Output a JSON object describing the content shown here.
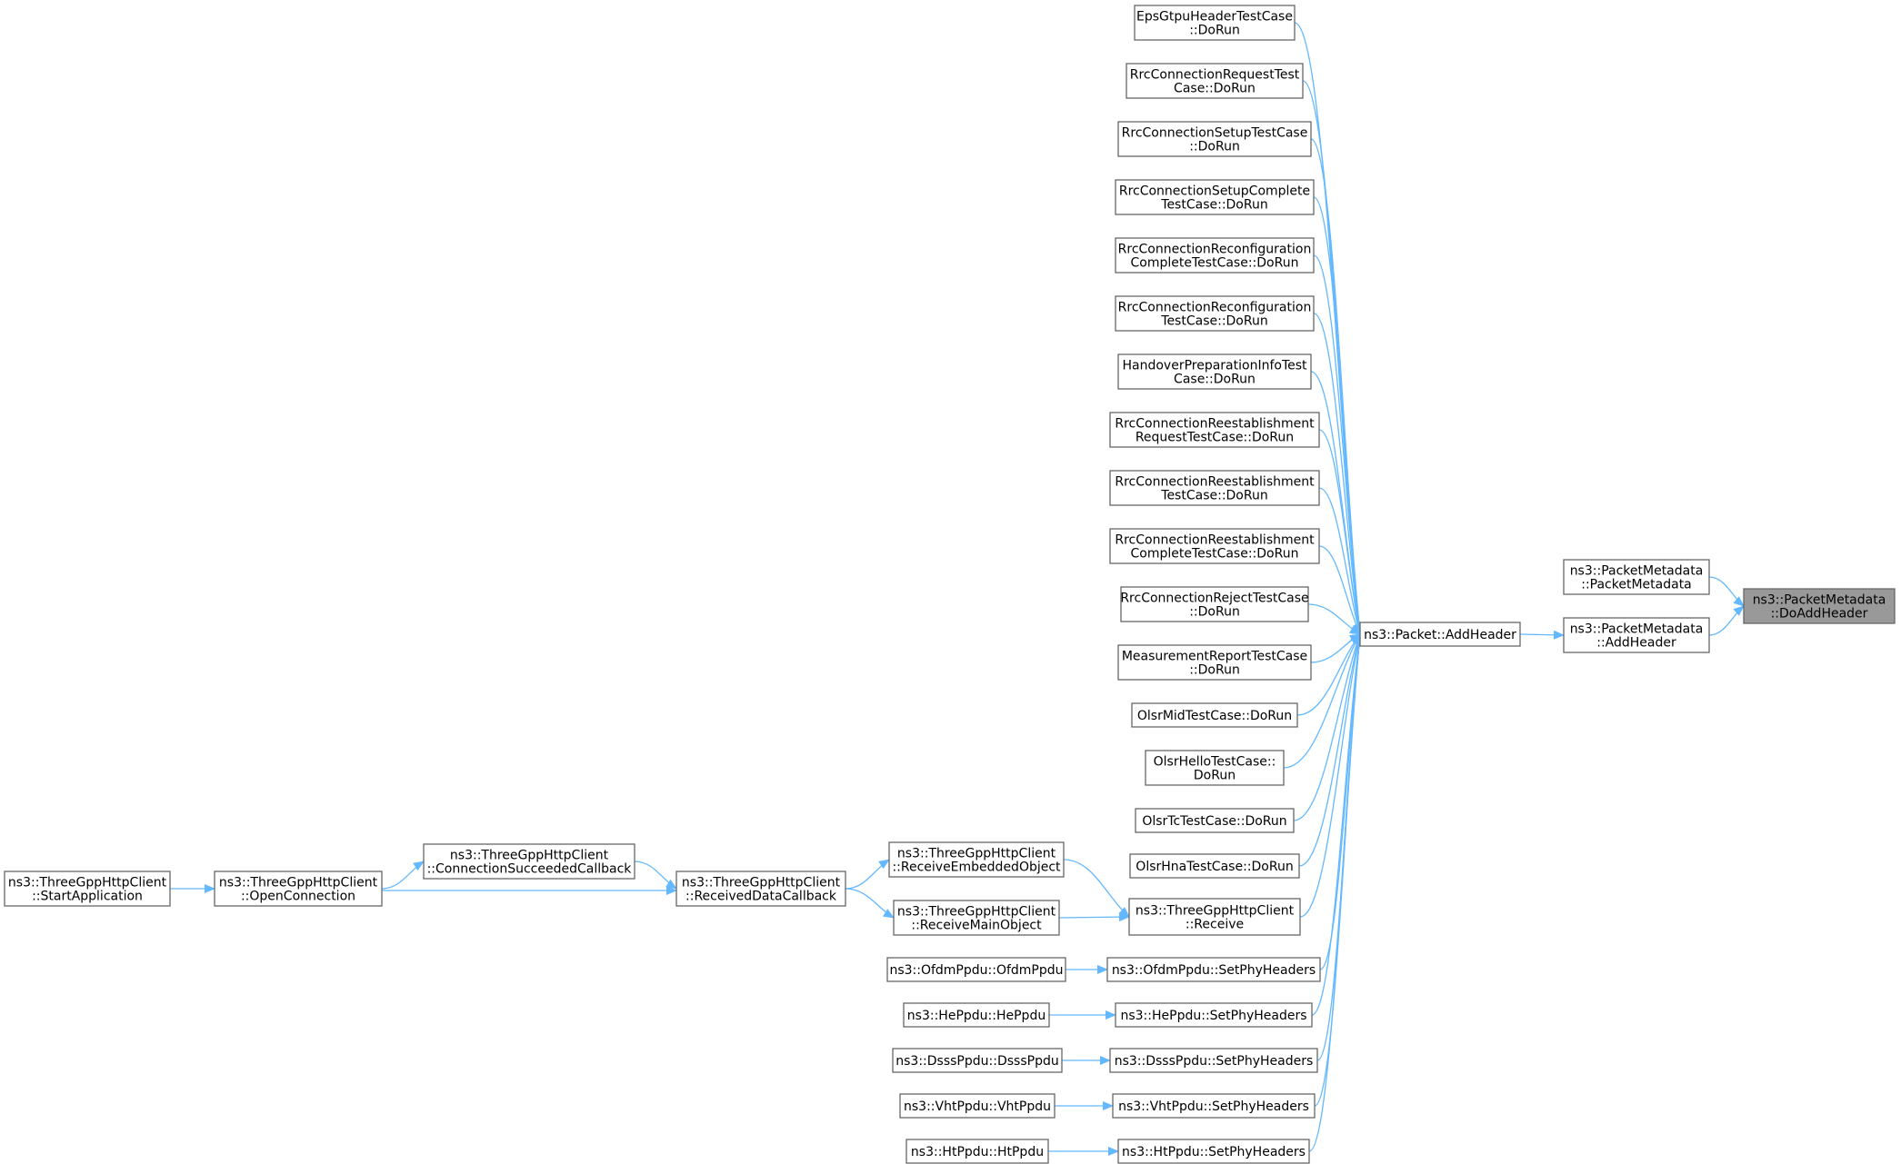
{
  "diagram": {
    "edge_color": "#63b8ff",
    "root_fill": "#999999",
    "node_border": "#666666",
    "nodes": [
      {
        "id": "root",
        "lines": [
          "ns3::PacketMetadata",
          "::DoAddHeader"
        ],
        "root": true
      },
      {
        "id": "pm_ctor",
        "lines": [
          "ns3::PacketMetadata",
          "::PacketMetadata"
        ]
      },
      {
        "id": "pm_add",
        "lines": [
          "ns3::PacketMetadata",
          "::AddHeader"
        ]
      },
      {
        "id": "packet_add",
        "lines": [
          "ns3::Packet::AddHeader"
        ]
      },
      {
        "id": "eps",
        "lines": [
          "EpsGtpuHeaderTestCase",
          "::DoRun"
        ]
      },
      {
        "id": "rcreq",
        "lines": [
          "RrcConnectionRequestTest",
          "Case::DoRun"
        ]
      },
      {
        "id": "rcsetup",
        "lines": [
          "RrcConnectionSetupTestCase",
          "::DoRun"
        ]
      },
      {
        "id": "rcsetupc",
        "lines": [
          "RrcConnectionSetupComplete",
          "TestCase::DoRun"
        ]
      },
      {
        "id": "rcreconfc",
        "lines": [
          "RrcConnectionReconfiguration",
          "CompleteTestCase::DoRun"
        ]
      },
      {
        "id": "rcreconf",
        "lines": [
          "RrcConnectionReconfiguration",
          "TestCase::DoRun"
        ]
      },
      {
        "id": "hoprep",
        "lines": [
          "HandoverPreparationInfoTest",
          "Case::DoRun"
        ]
      },
      {
        "id": "rcreestreq",
        "lines": [
          "RrcConnectionReestablishment",
          "RequestTestCase::DoRun"
        ]
      },
      {
        "id": "rcreest",
        "lines": [
          "RrcConnectionReestablishment",
          "TestCase::DoRun"
        ]
      },
      {
        "id": "rcreestc",
        "lines": [
          "RrcConnectionReestablishment",
          "CompleteTestCase::DoRun"
        ]
      },
      {
        "id": "rcrej",
        "lines": [
          "RrcConnectionRejectTestCase",
          "::DoRun"
        ]
      },
      {
        "id": "measrep",
        "lines": [
          "MeasurementReportTestCase",
          "::DoRun"
        ]
      },
      {
        "id": "olsrmid",
        "lines": [
          "OlsrMidTestCase::DoRun"
        ]
      },
      {
        "id": "olsrhello",
        "lines": [
          "OlsrHelloTestCase::",
          "DoRun"
        ]
      },
      {
        "id": "olsrtc",
        "lines": [
          "OlsrTcTestCase::DoRun"
        ]
      },
      {
        "id": "olsrhna",
        "lines": [
          "OlsrHnaTestCase::DoRun"
        ]
      },
      {
        "id": "recv",
        "lines": [
          "ns3::ThreeGppHttpClient",
          "::Receive"
        ]
      },
      {
        "id": "ofdm_set",
        "lines": [
          "ns3::OfdmPpdu::SetPhyHeaders"
        ]
      },
      {
        "id": "he_set",
        "lines": [
          "ns3::HePpdu::SetPhyHeaders"
        ]
      },
      {
        "id": "dsss_set",
        "lines": [
          "ns3::DsssPpdu::SetPhyHeaders"
        ]
      },
      {
        "id": "vht_set",
        "lines": [
          "ns3::VhtPpdu::SetPhyHeaders"
        ]
      },
      {
        "id": "ht_set",
        "lines": [
          "ns3::HtPpdu::SetPhyHeaders"
        ]
      },
      {
        "id": "recv_emb",
        "lines": [
          "ns3::ThreeGppHttpClient",
          "::ReceiveEmbeddedObject"
        ]
      },
      {
        "id": "recv_main",
        "lines": [
          "ns3::ThreeGppHttpClient",
          "::ReceiveMainObject"
        ]
      },
      {
        "id": "ofdm_ctor",
        "lines": [
          "ns3::OfdmPpdu::OfdmPpdu"
        ]
      },
      {
        "id": "he_ctor",
        "lines": [
          "ns3::HePpdu::HePpdu"
        ]
      },
      {
        "id": "dsss_ctor",
        "lines": [
          "ns3::DsssPpdu::DsssPpdu"
        ]
      },
      {
        "id": "vht_ctor",
        "lines": [
          "ns3::VhtPpdu::VhtPpdu"
        ]
      },
      {
        "id": "ht_ctor",
        "lines": [
          "ns3::HtPpdu::HtPpdu"
        ]
      },
      {
        "id": "recv_data",
        "lines": [
          "ns3::ThreeGppHttpClient",
          "::ReceivedDataCallback"
        ]
      },
      {
        "id": "conn_succ",
        "lines": [
          "ns3::ThreeGppHttpClient",
          "::ConnectionSucceededCallback"
        ]
      },
      {
        "id": "open_conn",
        "lines": [
          "ns3::ThreeGppHttpClient",
          "::OpenConnection"
        ]
      },
      {
        "id": "start_app",
        "lines": [
          "ns3::ThreeGppHttpClient",
          "::StartApplication"
        ]
      }
    ],
    "edges": [
      {
        "from": "pm_ctor",
        "to": "root"
      },
      {
        "from": "pm_add",
        "to": "root"
      },
      {
        "from": "packet_add",
        "to": "pm_add"
      },
      {
        "from": "eps",
        "to": "packet_add"
      },
      {
        "from": "rcreq",
        "to": "packet_add"
      },
      {
        "from": "rcsetup",
        "to": "packet_add"
      },
      {
        "from": "rcsetupc",
        "to": "packet_add"
      },
      {
        "from": "rcreconfc",
        "to": "packet_add"
      },
      {
        "from": "rcreconf",
        "to": "packet_add"
      },
      {
        "from": "hoprep",
        "to": "packet_add"
      },
      {
        "from": "rcreestreq",
        "to": "packet_add"
      },
      {
        "from": "rcreest",
        "to": "packet_add"
      },
      {
        "from": "rcreestc",
        "to": "packet_add"
      },
      {
        "from": "rcrej",
        "to": "packet_add"
      },
      {
        "from": "measrep",
        "to": "packet_add"
      },
      {
        "from": "olsrmid",
        "to": "packet_add"
      },
      {
        "from": "olsrhello",
        "to": "packet_add"
      },
      {
        "from": "olsrtc",
        "to": "packet_add"
      },
      {
        "from": "olsrhna",
        "to": "packet_add"
      },
      {
        "from": "recv",
        "to": "packet_add"
      },
      {
        "from": "ofdm_set",
        "to": "packet_add"
      },
      {
        "from": "he_set",
        "to": "packet_add"
      },
      {
        "from": "dsss_set",
        "to": "packet_add"
      },
      {
        "from": "vht_set",
        "to": "packet_add"
      },
      {
        "from": "ht_set",
        "to": "packet_add"
      },
      {
        "from": "recv_emb",
        "to": "recv"
      },
      {
        "from": "recv_main",
        "to": "recv"
      },
      {
        "from": "ofdm_ctor",
        "to": "ofdm_set"
      },
      {
        "from": "he_ctor",
        "to": "he_set"
      },
      {
        "from": "dsss_ctor",
        "to": "dsss_set"
      },
      {
        "from": "vht_ctor",
        "to": "vht_set"
      },
      {
        "from": "ht_ctor",
        "to": "ht_set"
      },
      {
        "from": "recv_data",
        "to": "recv_emb"
      },
      {
        "from": "recv_data",
        "to": "recv_main"
      },
      {
        "from": "conn_succ",
        "to": "recv_data"
      },
      {
        "from": "open_conn",
        "to": "recv_data"
      },
      {
        "from": "open_conn",
        "to": "conn_succ"
      },
      {
        "from": "start_app",
        "to": "open_conn"
      }
    ]
  }
}
